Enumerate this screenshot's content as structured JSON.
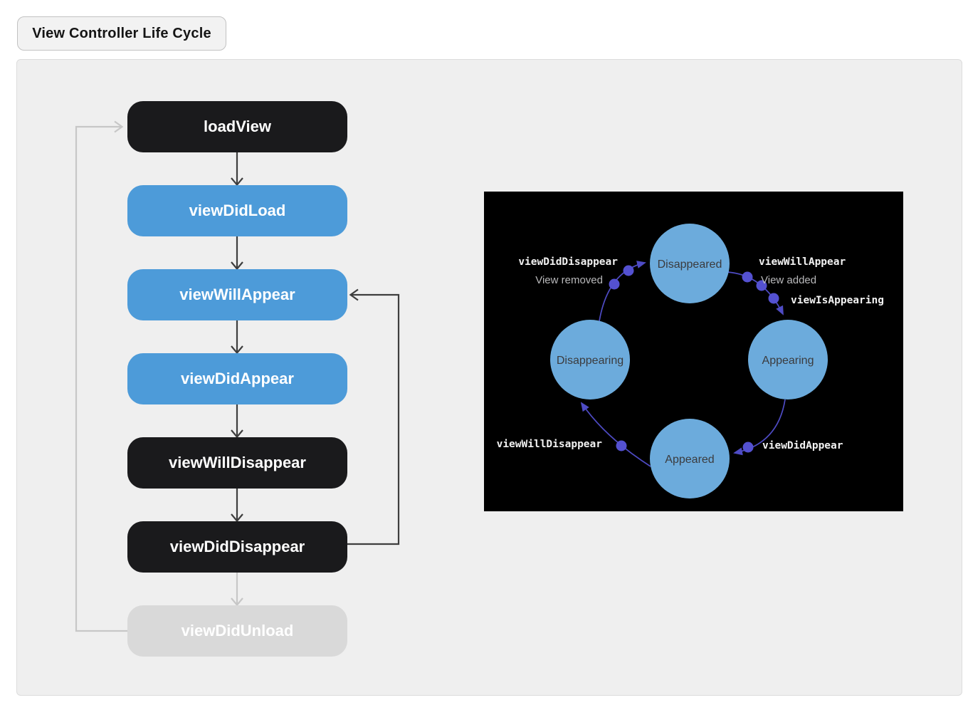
{
  "title": "View Controller Life Cycle",
  "flowchart": {
    "nodes": [
      {
        "label": "loadView",
        "variant": "black"
      },
      {
        "label": "viewDidLoad",
        "variant": "blue"
      },
      {
        "label": "viewWillAppear",
        "variant": "blue"
      },
      {
        "label": "viewDidAppear",
        "variant": "blue"
      },
      {
        "label": "viewWillDisappear",
        "variant": "black"
      },
      {
        "label": "viewDidDisappear",
        "variant": "black"
      },
      {
        "label": "viewDidUnload",
        "variant": "gray"
      }
    ]
  },
  "state_diagram": {
    "states": [
      {
        "label": "Disappeared"
      },
      {
        "label": "Appearing"
      },
      {
        "label": "Appeared"
      },
      {
        "label": "Disappearing"
      }
    ],
    "transitions": [
      {
        "method": "viewDidDisappear",
        "note": "View removed"
      },
      {
        "method": "viewWillAppear",
        "note": "View added",
        "method2": "viewIsAppearing"
      },
      {
        "method": "viewDidAppear"
      },
      {
        "method": "viewWillDisappear"
      }
    ]
  },
  "colors": {
    "node_blue": "#4D9BD9",
    "node_black": "#1A1A1C",
    "node_disabled": "#D9D9D9",
    "state_circle_blue": "#6CABDC",
    "accent_purple": "#5451D1",
    "arrow_dark": "#3E3E3E",
    "arrow_light": "#C7C7C7",
    "diagram_background": "#000000",
    "panel_background": "#EFEFEF"
  }
}
